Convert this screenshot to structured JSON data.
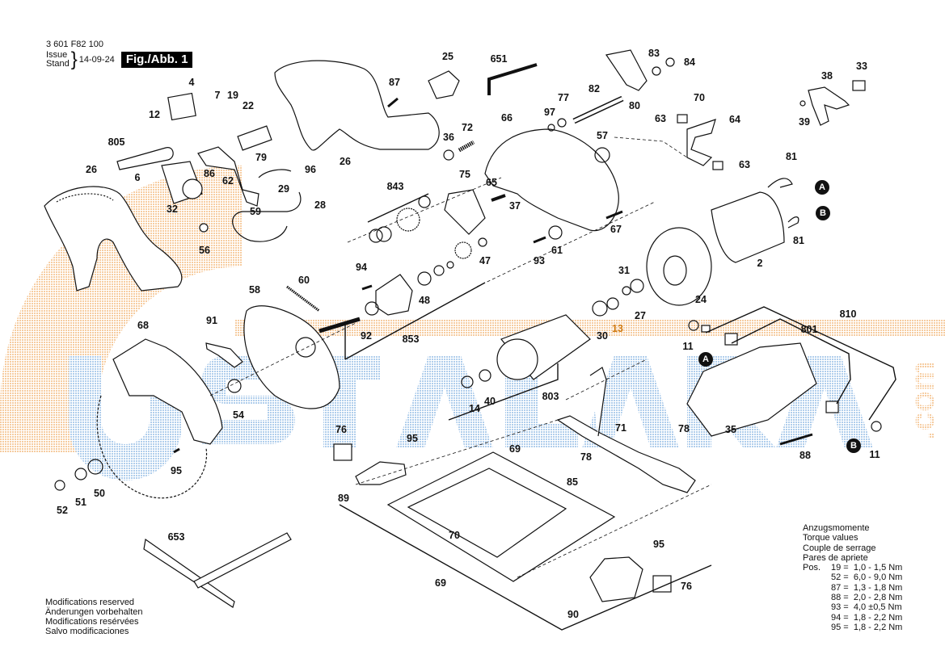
{
  "header": {
    "part_number": "3 601 F82 100",
    "issue_label": "Issue",
    "stand_label": "Stand",
    "date": "14-09-24",
    "figure_label": "Fig./Abb. 1"
  },
  "watermark": {
    "text": "USTALARA",
    "suffix": ".com",
    "blue": "#a9c8e8",
    "orange": "#f5c89a"
  },
  "parts": [
    {
      "id": "4",
      "label": "4"
    },
    {
      "id": "7",
      "label": "7"
    },
    {
      "id": "19",
      "label": "19"
    },
    {
      "id": "22",
      "label": "22"
    },
    {
      "id": "12",
      "label": "12"
    },
    {
      "id": "805",
      "label": "805"
    },
    {
      "id": "6",
      "label": "6"
    },
    {
      "id": "79",
      "label": "79"
    },
    {
      "id": "86",
      "label": "86"
    },
    {
      "id": "62",
      "label": "62"
    },
    {
      "id": "96",
      "label": "96"
    },
    {
      "id": "29",
      "label": "29"
    },
    {
      "id": "28",
      "label": "28"
    },
    {
      "id": "59",
      "label": "59"
    },
    {
      "id": "32",
      "label": "32"
    },
    {
      "id": "26a",
      "label": "26"
    },
    {
      "id": "26b",
      "label": "26"
    },
    {
      "id": "56",
      "label": "56"
    },
    {
      "id": "25",
      "label": "25"
    },
    {
      "id": "651",
      "label": "651"
    },
    {
      "id": "87",
      "label": "87"
    },
    {
      "id": "36",
      "label": "36"
    },
    {
      "id": "72",
      "label": "72"
    },
    {
      "id": "66",
      "label": "66"
    },
    {
      "id": "97",
      "label": "97"
    },
    {
      "id": "77",
      "label": "77"
    },
    {
      "id": "82",
      "label": "82"
    },
    {
      "id": "83",
      "label": "83"
    },
    {
      "id": "84",
      "label": "84"
    },
    {
      "id": "80",
      "label": "80"
    },
    {
      "id": "57",
      "label": "57"
    },
    {
      "id": "70a",
      "label": "70"
    },
    {
      "id": "63a",
      "label": "63"
    },
    {
      "id": "64",
      "label": "64"
    },
    {
      "id": "63b",
      "label": "63"
    },
    {
      "id": "38",
      "label": "38"
    },
    {
      "id": "33",
      "label": "33"
    },
    {
      "id": "39",
      "label": "39"
    },
    {
      "id": "81a",
      "label": "81"
    },
    {
      "id": "81b",
      "label": "81"
    },
    {
      "id": "2",
      "label": "2"
    },
    {
      "id": "843",
      "label": "843"
    },
    {
      "id": "75",
      "label": "75"
    },
    {
      "id": "65",
      "label": "65"
    },
    {
      "id": "37",
      "label": "37"
    },
    {
      "id": "67",
      "label": "67"
    },
    {
      "id": "61",
      "label": "61"
    },
    {
      "id": "93",
      "label": "93"
    },
    {
      "id": "47",
      "label": "47"
    },
    {
      "id": "94",
      "label": "94"
    },
    {
      "id": "48",
      "label": "48"
    },
    {
      "id": "92",
      "label": "92"
    },
    {
      "id": "853",
      "label": "853"
    },
    {
      "id": "60",
      "label": "60"
    },
    {
      "id": "58",
      "label": "58"
    },
    {
      "id": "31",
      "label": "31"
    },
    {
      "id": "27",
      "label": "27"
    },
    {
      "id": "24",
      "label": "24"
    },
    {
      "id": "13",
      "label": "13"
    },
    {
      "id": "30",
      "label": "30"
    },
    {
      "id": "810",
      "label": "810"
    },
    {
      "id": "801",
      "label": "801"
    },
    {
      "id": "11a",
      "label": "11"
    },
    {
      "id": "11b",
      "label": "11"
    },
    {
      "id": "35",
      "label": "35"
    },
    {
      "id": "88",
      "label": "88"
    },
    {
      "id": "68",
      "label": "68"
    },
    {
      "id": "91",
      "label": "91"
    },
    {
      "id": "54",
      "label": "54"
    },
    {
      "id": "95a",
      "label": "95"
    },
    {
      "id": "50",
      "label": "50"
    },
    {
      "id": "51",
      "label": "51"
    },
    {
      "id": "52",
      "label": "52"
    },
    {
      "id": "14",
      "label": "14"
    },
    {
      "id": "40",
      "label": "40"
    },
    {
      "id": "803",
      "label": "803"
    },
    {
      "id": "76a",
      "label": "76"
    },
    {
      "id": "95b",
      "label": "95"
    },
    {
      "id": "71",
      "label": "71"
    },
    {
      "id": "78a",
      "label": "78"
    },
    {
      "id": "78b",
      "label": "78"
    },
    {
      "id": "69a",
      "label": "69"
    },
    {
      "id": "89",
      "label": "89"
    },
    {
      "id": "85",
      "label": "85"
    },
    {
      "id": "70b",
      "label": "70"
    },
    {
      "id": "69b",
      "label": "69"
    },
    {
      "id": "95c",
      "label": "95"
    },
    {
      "id": "76b",
      "label": "76"
    },
    {
      "id": "90",
      "label": "90"
    },
    {
      "id": "653",
      "label": "653"
    }
  ],
  "markers": [
    {
      "id": "A1",
      "label": "A"
    },
    {
      "id": "B1",
      "label": "B"
    },
    {
      "id": "A2",
      "label": "A"
    },
    {
      "id": "B2",
      "label": "B"
    }
  ],
  "notes": [
    "Modifications reserved",
    "Änderungen vorbehalten",
    "Modifications resérvées",
    "Salvo modificaciones"
  ],
  "torque": {
    "titles": [
      "Anzugsmomente",
      "Torque values",
      "Couple de serrage",
      "Pares de apriete"
    ],
    "pos_label": "Pos.",
    "rows": [
      "19 =  1,0 - 1,5 Nm",
      "52 =  6,0 - 9,0 Nm",
      "87 =  1,3 - 1,8 Nm",
      "88 =  2,0 - 2,8 Nm",
      "93 =  4,0 ±0,5 Nm",
      "94 =  1,8 - 2,2 Nm",
      "95 =  1,8 - 2,2 Nm"
    ]
  }
}
